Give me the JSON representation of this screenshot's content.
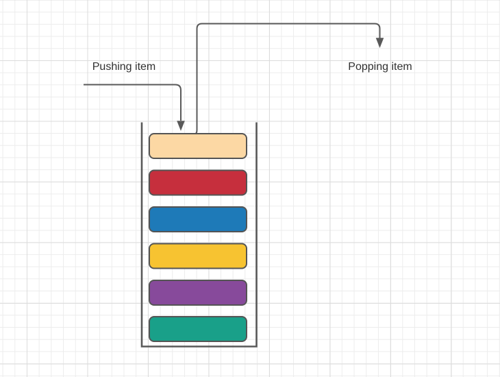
{
  "canvas": {
    "background": "#ffffff",
    "grid_minor_color": "#ececec",
    "grid_major_color": "#dcdcdc",
    "text_color": "#303030"
  },
  "arrows": {
    "stroke": "#595959",
    "push_label": "Pushing item",
    "pop_label": "Popping item"
  },
  "stack": {
    "container_stroke": "#595959",
    "item_border": "#545454",
    "items": [
      {
        "id": "item-1-top",
        "color_name": "cream",
        "color": "#FCD8A4"
      },
      {
        "id": "item-2",
        "color_name": "red",
        "color": "#C62F3D"
      },
      {
        "id": "item-3",
        "color_name": "blue",
        "color": "#1E7AB8"
      },
      {
        "id": "item-4",
        "color_name": "yellow",
        "color": "#F7C331"
      },
      {
        "id": "item-5",
        "color_name": "purple",
        "color": "#874A9B"
      },
      {
        "id": "item-6-bottom",
        "color_name": "green",
        "color": "#19A089"
      }
    ]
  }
}
